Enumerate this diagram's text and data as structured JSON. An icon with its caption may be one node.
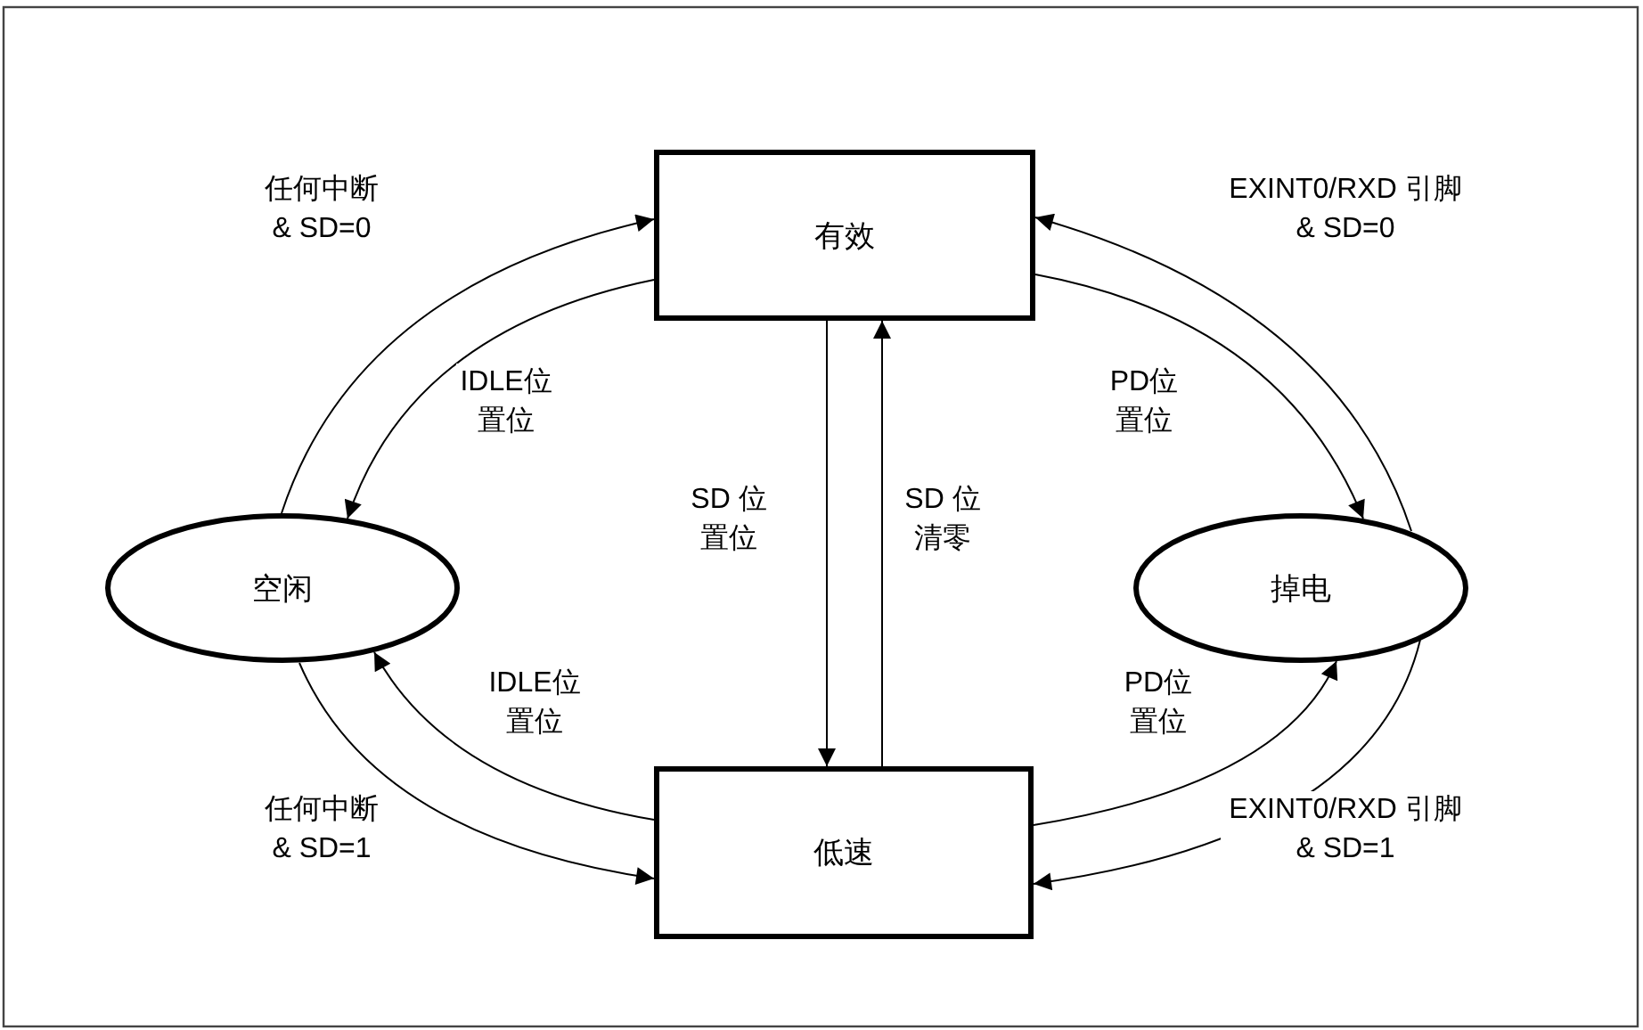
{
  "diagram": {
    "nodes": [
      {
        "text": [
          "有效"
        ]
      },
      {
        "text": [
          "空闲"
        ]
      },
      {
        "text": [
          "掉电"
        ]
      },
      {
        "text": [
          "低速"
        ]
      }
    ],
    "edges": [
      {
        "from": 1,
        "to": 0,
        "arrow": "to",
        "label": "任何中断 & SD=0"
      },
      {
        "from": 0,
        "to": 1,
        "arrow": "to",
        "label": "IDLE位置位"
      },
      {
        "from": 2,
        "to": 0,
        "arrow": "to",
        "label": "EXINT0/RXD 引脚 & SD=0"
      },
      {
        "from": 0,
        "to": 2,
        "arrow": "to",
        "label": "PD位置位"
      },
      {
        "from": 0,
        "to": 3,
        "arrow": "to",
        "label": "SD 位置位"
      },
      {
        "from": 3,
        "to": 0,
        "arrow": "to",
        "label": "SD 位清零"
      },
      {
        "from": 3,
        "to": 1,
        "arrow": "to",
        "label": "IDLE位置位"
      },
      {
        "from": 1,
        "to": 3,
        "arrow": "to",
        "label": "任何中断 & SD=1"
      },
      {
        "from": 3,
        "to": 2,
        "arrow": "to",
        "label": "PD位置位"
      },
      {
        "from": 2,
        "to": 3,
        "arrow": "to",
        "label": "EXINT0/RXD 引脚 & SD=1"
      }
    ]
  }
}
